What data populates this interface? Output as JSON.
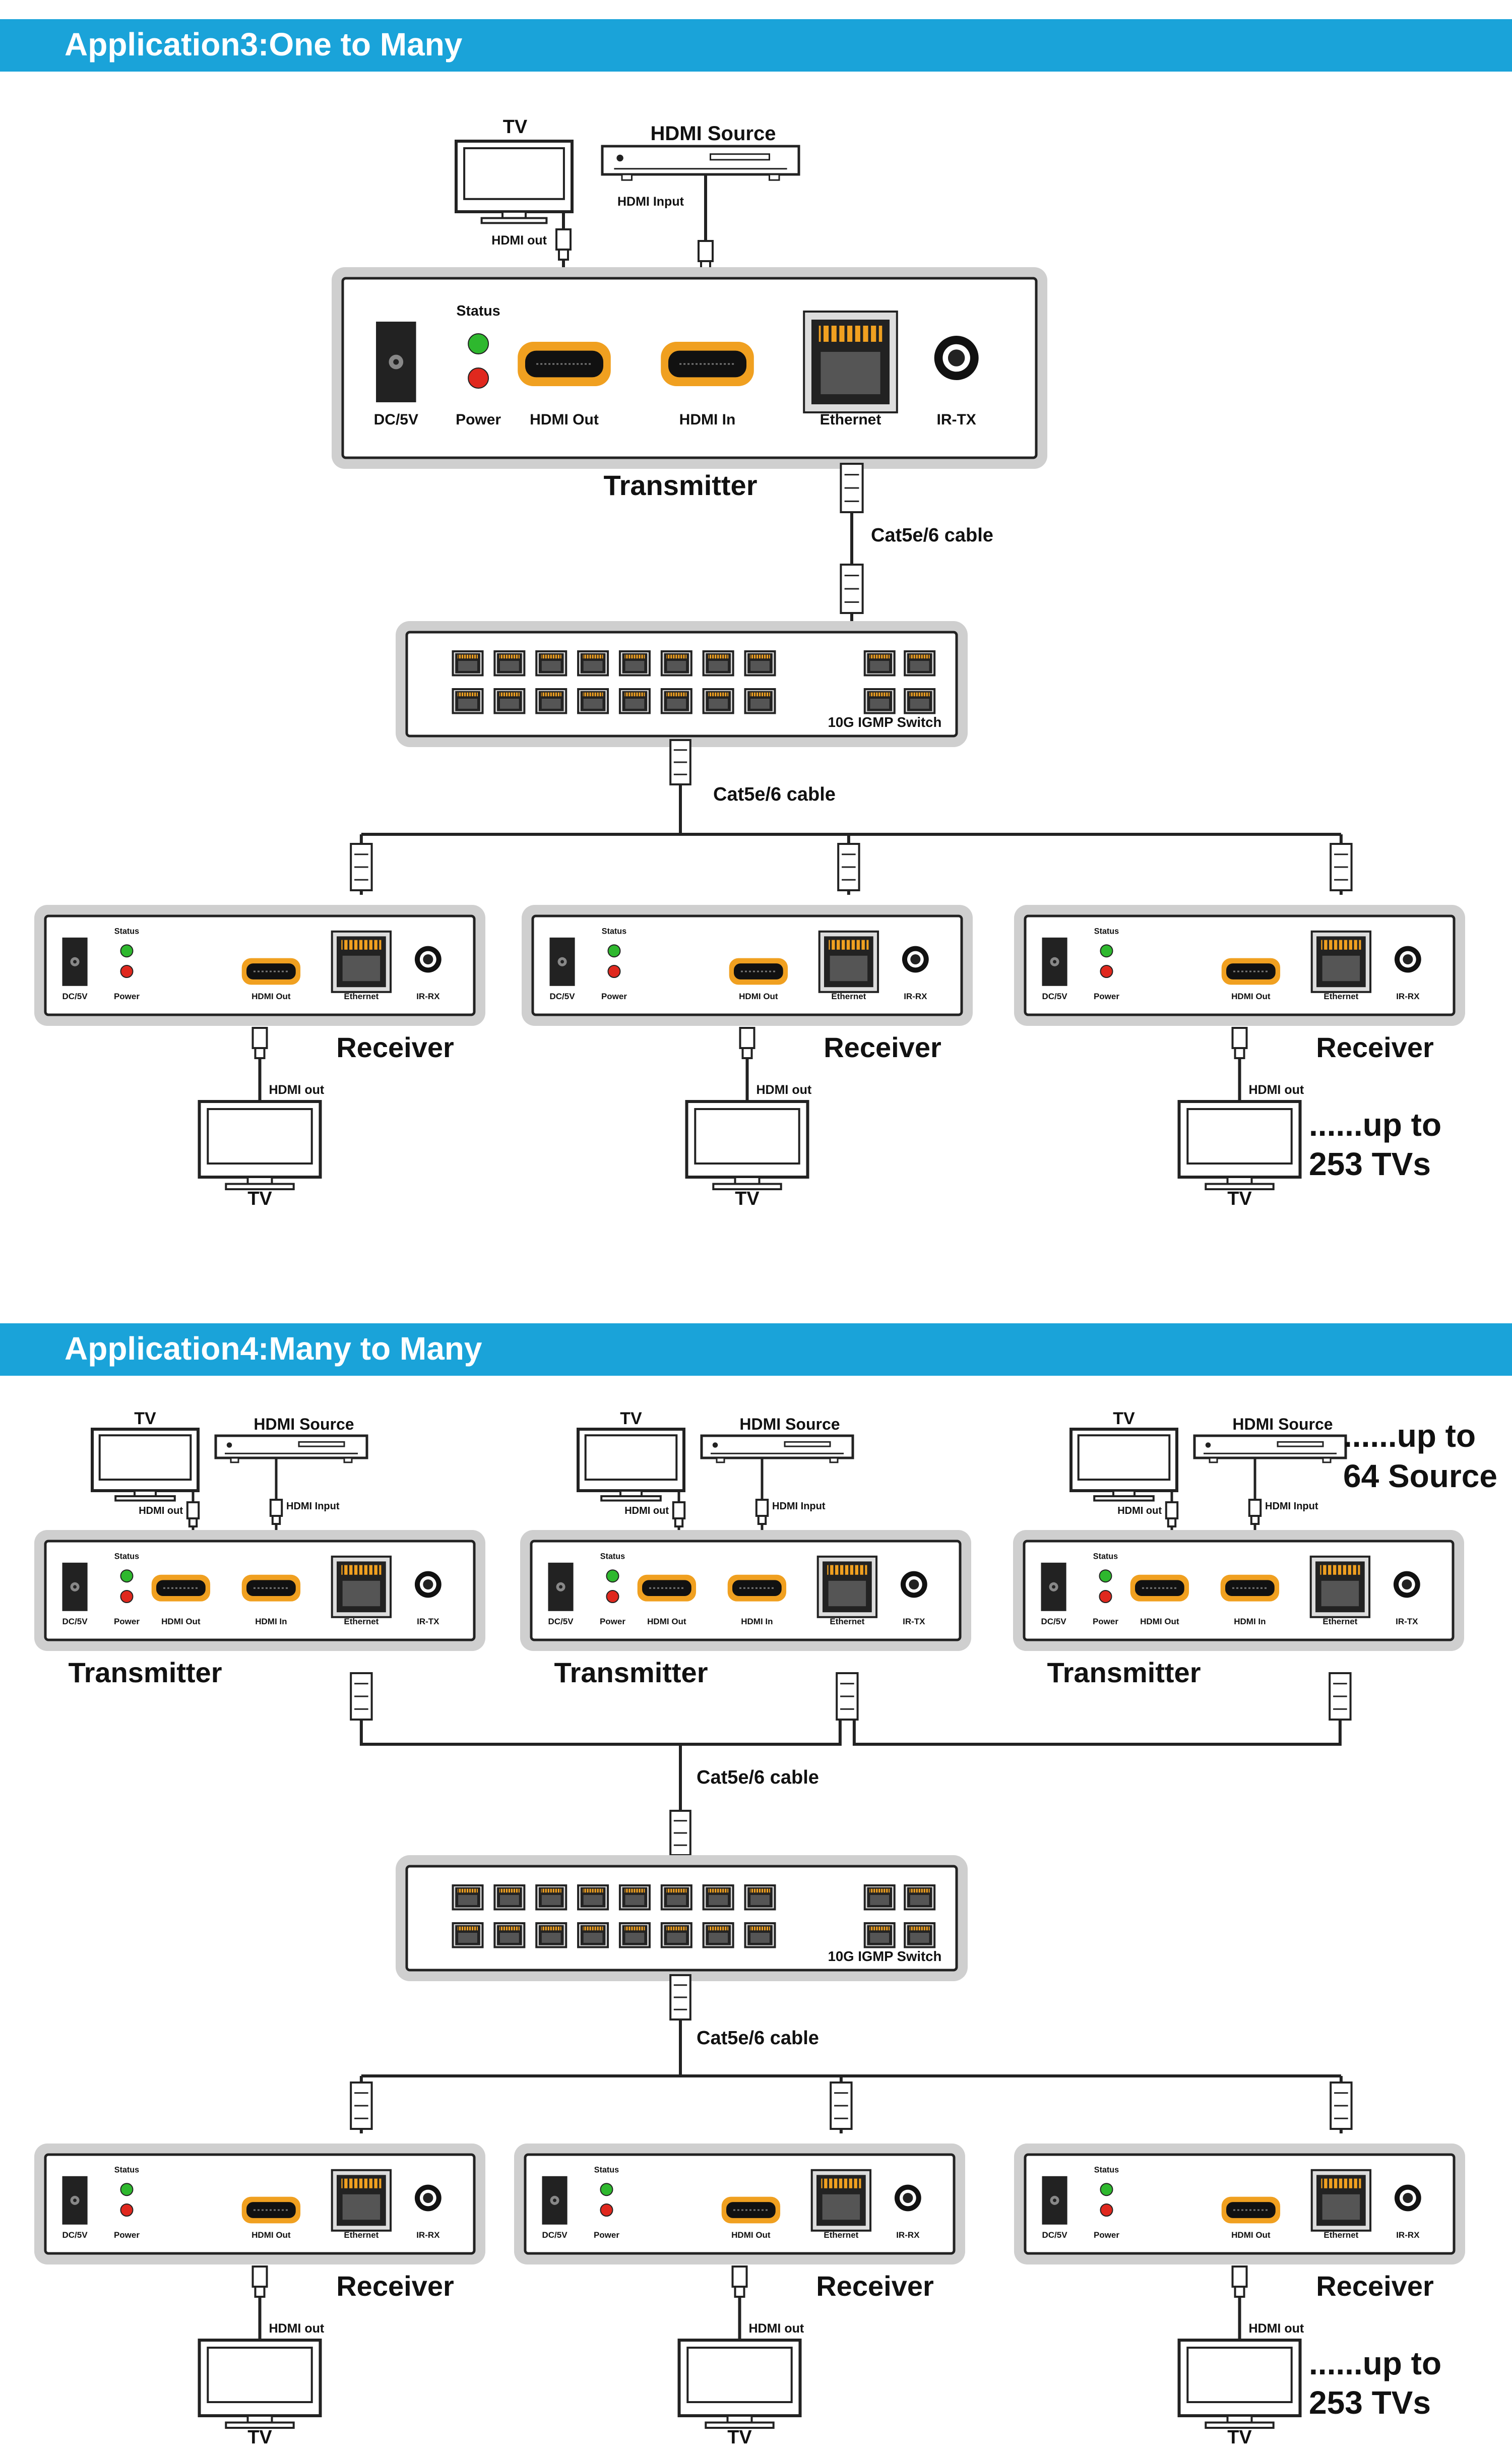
{
  "colors": {
    "banner": "#1aa3d9",
    "banner_text": "#ffffff",
    "device_frame": "#cfcfcf",
    "led_green": "#2eb82e",
    "led_red": "#e0281e",
    "hdmi_port": "#f0a020",
    "line": "#222222"
  },
  "sections": [
    {
      "title": "Application3:One to Many",
      "tv_label": "TV",
      "source_label": "HDMI Source",
      "hdmi_input_label": "HDMI Input",
      "hdmi_out_label": "HDMI out",
      "transmitter": {
        "title": "Transmitter",
        "ports": {
          "status": "Status",
          "dc": "DC/5V",
          "power": "Power",
          "hdmi_out": "HDMI Out",
          "hdmi_in": "HDMI In",
          "ethernet": "Ethernet",
          "ir": "IR-TX"
        }
      },
      "cable_top_label": "Cat5e/6 cable",
      "switch_label": "10G IGMP Switch",
      "cable_bottom_label": "Cat5e/6 cable",
      "receiver": {
        "title": "Receiver",
        "ports": {
          "status": "Status",
          "dc": "DC/5V",
          "power": "Power",
          "hdmi_out": "HDMI Out",
          "ethernet": "Ethernet",
          "ir": "IR-RX"
        }
      },
      "rx_hdmi_out_label": "HDMI out",
      "rx_tv_label": "TV",
      "more_tvs_line1": "......up to",
      "more_tvs_line2": "253  TVs"
    },
    {
      "title": "Application4:Many to Many",
      "tv_label": "TV",
      "source_label": "HDMI Source",
      "hdmi_input_label": "HDMI Input",
      "hdmi_out_label": "HDMI out",
      "transmitter": {
        "title": "Transmitter",
        "ports": {
          "status": "Status",
          "dc": "DC/5V",
          "power": "Power",
          "hdmi_out": "HDMI Out",
          "hdmi_in": "HDMI In",
          "ethernet": "Ethernet",
          "ir": "IR-TX"
        }
      },
      "more_sources_line1": "......up to",
      "more_sources_line2": "64 Source",
      "cable_top_label": "Cat5e/6 cable",
      "switch_label": "10G IGMP Switch",
      "cable_bottom_label": "Cat5e/6 cable",
      "receiver": {
        "title": "Receiver",
        "ports": {
          "status": "Status",
          "dc": "DC/5V",
          "power": "Power",
          "hdmi_out": "HDMI Out",
          "ethernet": "Ethernet",
          "ir": "IR-RX"
        }
      },
      "rx_hdmi_out_label": "HDMI out",
      "rx_tv_label": "TV",
      "more_tvs_line1": "......up to",
      "more_tvs_line2": "253  TVs"
    }
  ]
}
